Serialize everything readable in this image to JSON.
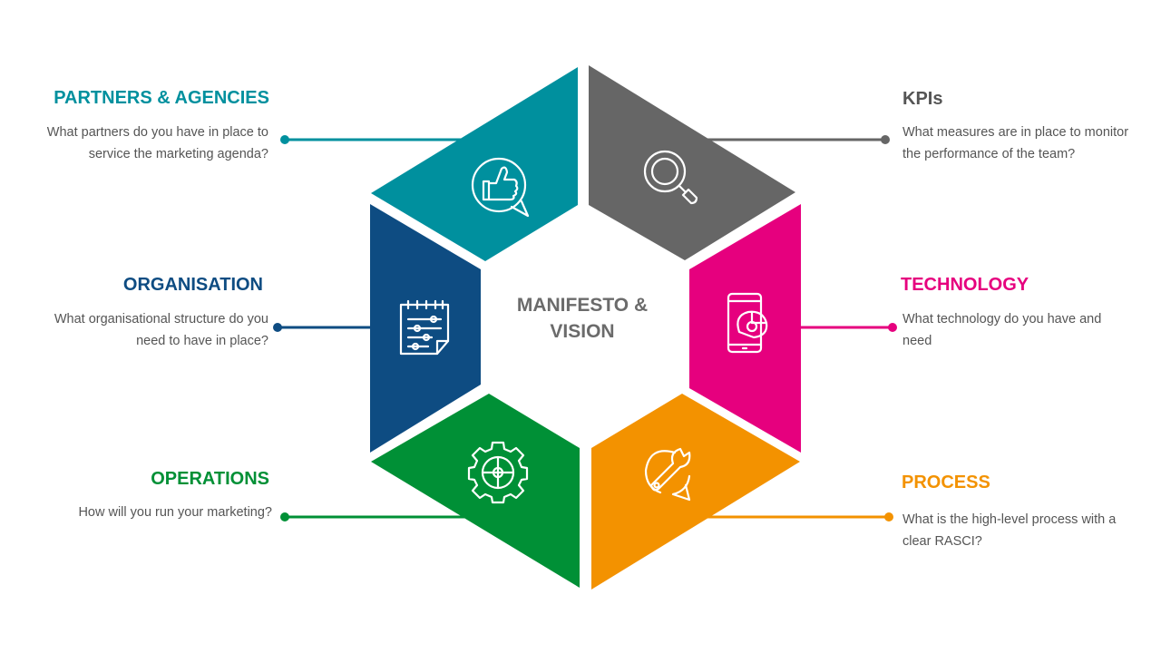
{
  "center": {
    "line1": "MANIFESTO &",
    "line2": "VISION"
  },
  "colors": {
    "partners": "#00909e",
    "kpis": "#666666",
    "organisation": "#0e4c82",
    "technology": "#e6007e",
    "operations": "#009036",
    "process": "#f39200"
  },
  "segments": {
    "partners": {
      "title": "PARTNERS & AGENCIES",
      "line1": "What partners do you have in place to",
      "line2": "service the marketing agenda?",
      "icon": "thumbs-up-speech-icon"
    },
    "kpis": {
      "title": "KPIs",
      "line1": "What measures are in place to monitor",
      "line2": "the performance of the team?",
      "icon": "magnifier-icon"
    },
    "organisation": {
      "title": "ORGANISATION",
      "line1": "What organisational structure do you",
      "line2": "need to have in place?",
      "icon": "settings-sheet-icon"
    },
    "technology": {
      "title": "TECHNOLOGY",
      "line1": "What technology do you have and",
      "line2": "need",
      "icon": "mobile-chart-icon"
    },
    "operations": {
      "title": "OPERATIONS",
      "line1": "How will you run your marketing?",
      "icon": "gear-icon"
    },
    "process": {
      "title": "PROCESS",
      "line1": "What is the  high-level process with a",
      "line2": "clear RASCI?",
      "icon": "wrench-bubble-icon"
    }
  }
}
